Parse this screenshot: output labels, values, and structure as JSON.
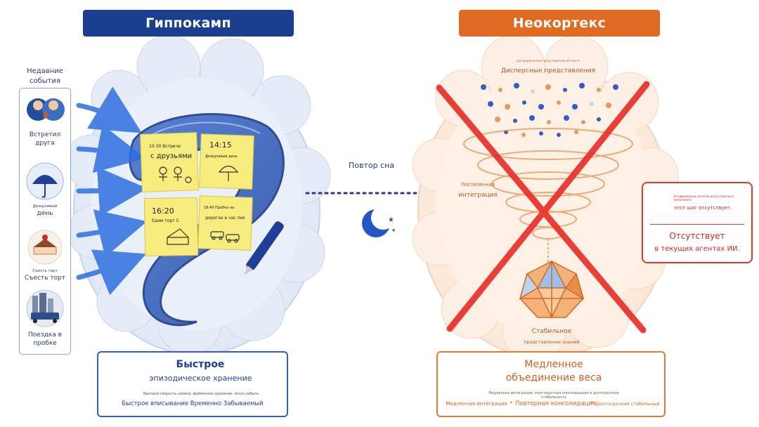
{
  "headers": {
    "left": "Гиппокамп",
    "right": "Неокортекс"
  },
  "recent_events": {
    "title_line1": "Недавние",
    "title_line2": "события",
    "items": [
      {
        "icon": "friends-icon",
        "label_line1": "Встретил",
        "label_line2": "друга"
      },
      {
        "icon": "umbrella-icon",
        "label_small": "Дождливый",
        "label_line2": "день"
      },
      {
        "icon": "cake-icon",
        "label_small": "Съесть торт",
        "label_line2": "Съесть торт"
      },
      {
        "icon": "traffic-icon",
        "label_line1": "Поездка в",
        "label_line2": "пробке"
      }
    ]
  },
  "notes": [
    {
      "time": "10:30 Встреча",
      "text": "с друзьями"
    },
    {
      "time": "14:15",
      "text": "Дождливый день"
    },
    {
      "time": "16:20",
      "text": "Едим торт С"
    },
    {
      "time": "18:40 Пробка на",
      "text": "дорогах в час пик"
    }
  ],
  "sleep_replay": "Повтор сна",
  "neocortex": {
    "tiny_top": "распределенные представления об опыте",
    "dispersed": "Дисперсные представления",
    "gradual_line1": "Постепенная",
    "gradual_line2": "интеграция",
    "stable_line1": "Стабильное",
    "stable_line2": "представление знаний"
  },
  "warning": {
    "tiny": "В современных агентах искусственного интеллекта",
    "sub": "этот шаг отсутствует.",
    "title": "Отсутствует",
    "subtitle": "в текущих агентах ИИ."
  },
  "panel_left": {
    "title": "Быстрое",
    "subtitle": "эпизодическое хранение",
    "tiny": "Высокая скорость записи, временное хранение, легко забыть.",
    "footer": "Быстрое вписывание Временно Забываемый"
  },
  "panel_right": {
    "title_line1": "Медленное",
    "title_line2": "объединение веса",
    "tiny": "Медленная интеграция, многократная консолидация и долгосрочная стабильность",
    "footer_a": "Медленная интеграция",
    "footer_b": "Повторная консолидация",
    "footer_c": "Долгосрочная стабильный"
  },
  "colors": {
    "left_accent": "#1a3f8f",
    "right_accent": "#e06a22",
    "cross": "#e8302a",
    "note_yellow": "#f7ec7e"
  }
}
